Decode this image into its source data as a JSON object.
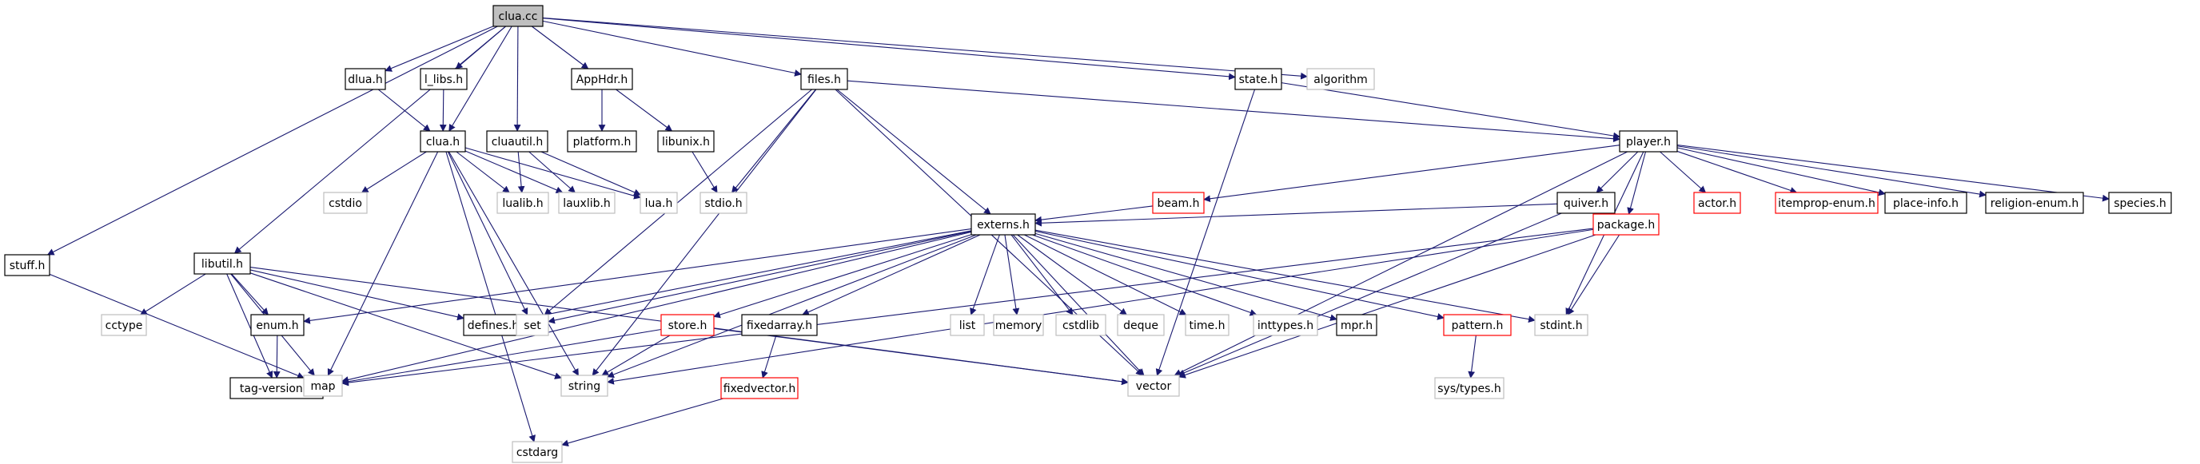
{
  "graph": {
    "type": "include-dependency-graph",
    "colors": {
      "root_fill": "#bfbfbf",
      "documented_border": "#000000",
      "file_with_issues_border": "#ff0000",
      "external_border": "#bfbfbf",
      "edge": "#191970",
      "external_text": "#555555"
    },
    "nodes": [
      {
        "id": "clua_cc",
        "label": "clua.cc",
        "kind": "root"
      },
      {
        "id": "stuff_h",
        "label": "stuff.h",
        "kind": "normal"
      },
      {
        "id": "libutil_h",
        "label": "libutil.h",
        "kind": "normal"
      },
      {
        "id": "dlua_h",
        "label": "dlua.h",
        "kind": "normal"
      },
      {
        "id": "l_libs_h",
        "label": "l_libs.h",
        "kind": "normal"
      },
      {
        "id": "clua_h",
        "label": "clua.h",
        "kind": "normal"
      },
      {
        "id": "cluautil_h",
        "label": "cluautil.h",
        "kind": "normal"
      },
      {
        "id": "apphdr_h",
        "label": "AppHdr.h",
        "kind": "normal"
      },
      {
        "id": "platform_h",
        "label": "platform.h",
        "kind": "normal"
      },
      {
        "id": "libunix_h",
        "label": "libunix.h",
        "kind": "normal"
      },
      {
        "id": "files_h",
        "label": "files.h",
        "kind": "normal"
      },
      {
        "id": "state_h",
        "label": "state.h",
        "kind": "normal"
      },
      {
        "id": "algorithm",
        "label": "algorithm",
        "kind": "external"
      },
      {
        "id": "player_h",
        "label": "player.h",
        "kind": "normal"
      },
      {
        "id": "cstdio",
        "label": "cstdio",
        "kind": "external"
      },
      {
        "id": "lualib_h",
        "label": "lualib.h",
        "kind": "external"
      },
      {
        "id": "lauxlib_h",
        "label": "lauxlib.h",
        "kind": "external"
      },
      {
        "id": "lua_h",
        "label": "lua.h",
        "kind": "external"
      },
      {
        "id": "stdio_h",
        "label": "stdio.h",
        "kind": "external"
      },
      {
        "id": "beam_h",
        "label": "beam.h",
        "kind": "issue"
      },
      {
        "id": "quiver_h",
        "label": "quiver.h",
        "kind": "normal"
      },
      {
        "id": "actor_h",
        "label": "actor.h",
        "kind": "issue"
      },
      {
        "id": "itemprop_enum_h",
        "label": "itemprop-enum.h",
        "kind": "issue"
      },
      {
        "id": "place_info_h",
        "label": "place-info.h",
        "kind": "normal"
      },
      {
        "id": "religion_enum_h",
        "label": "religion-enum.h",
        "kind": "normal"
      },
      {
        "id": "species_h",
        "label": "species.h",
        "kind": "normal"
      },
      {
        "id": "externs_h",
        "label": "externs.h",
        "kind": "normal"
      },
      {
        "id": "package_h",
        "label": "package.h",
        "kind": "issue"
      },
      {
        "id": "cctype",
        "label": "cctype",
        "kind": "external"
      },
      {
        "id": "enum_h",
        "label": "enum.h",
        "kind": "normal"
      },
      {
        "id": "defines_h",
        "label": "defines.h",
        "kind": "normal"
      },
      {
        "id": "set",
        "label": "set",
        "kind": "external"
      },
      {
        "id": "store_h",
        "label": "store.h",
        "kind": "issue"
      },
      {
        "id": "fixedarray_h",
        "label": "fixedarray.h",
        "kind": "normal"
      },
      {
        "id": "list",
        "label": "list",
        "kind": "external"
      },
      {
        "id": "memory",
        "label": "memory",
        "kind": "external"
      },
      {
        "id": "cstdlib",
        "label": "cstdlib",
        "kind": "external"
      },
      {
        "id": "deque",
        "label": "deque",
        "kind": "external"
      },
      {
        "id": "time_h",
        "label": "time.h",
        "kind": "external"
      },
      {
        "id": "inttypes_h",
        "label": "inttypes.h",
        "kind": "external"
      },
      {
        "id": "mpr_h",
        "label": "mpr.h",
        "kind": "normal"
      },
      {
        "id": "pattern_h",
        "label": "pattern.h",
        "kind": "issue"
      },
      {
        "id": "stdint_h",
        "label": "stdint.h",
        "kind": "external"
      },
      {
        "id": "tag_version_h",
        "label": "tag-version.h",
        "kind": "normal"
      },
      {
        "id": "map",
        "label": "map",
        "kind": "external"
      },
      {
        "id": "string",
        "label": "string",
        "kind": "external"
      },
      {
        "id": "fixedvector_h",
        "label": "fixedvector.h",
        "kind": "issue"
      },
      {
        "id": "vector",
        "label": "vector",
        "kind": "external"
      },
      {
        "id": "sys_types_h",
        "label": "sys/types.h",
        "kind": "external"
      },
      {
        "id": "cstdarg",
        "label": "cstdarg",
        "kind": "external"
      }
    ],
    "edges": [
      [
        "clua_cc",
        "stuff_h"
      ],
      [
        "clua_cc",
        "libutil_h"
      ],
      [
        "clua_cc",
        "dlua_h"
      ],
      [
        "clua_cc",
        "l_libs_h"
      ],
      [
        "clua_cc",
        "clua_h"
      ],
      [
        "clua_cc",
        "cluautil_h"
      ],
      [
        "clua_cc",
        "apphdr_h"
      ],
      [
        "clua_cc",
        "files_h"
      ],
      [
        "clua_cc",
        "state_h"
      ],
      [
        "clua_cc",
        "algorithm"
      ],
      [
        "dlua_h",
        "clua_h"
      ],
      [
        "l_libs_h",
        "clua_h"
      ],
      [
        "apphdr_h",
        "platform_h"
      ],
      [
        "apphdr_h",
        "libunix_h"
      ],
      [
        "libunix_h",
        "stdio_h"
      ],
      [
        "clua_h",
        "cstdio"
      ],
      [
        "clua_h",
        "lualib_h"
      ],
      [
        "clua_h",
        "lauxlib_h"
      ],
      [
        "clua_h",
        "lua_h"
      ],
      [
        "clua_h",
        "map"
      ],
      [
        "clua_h",
        "set"
      ],
      [
        "clua_h",
        "string"
      ],
      [
        "clua_h",
        "cstdarg"
      ],
      [
        "cluautil_h",
        "lualib_h"
      ],
      [
        "cluautil_h",
        "lauxlib_h"
      ],
      [
        "cluautil_h",
        "lua_h"
      ],
      [
        "files_h",
        "stdio_h"
      ],
      [
        "files_h",
        "set"
      ],
      [
        "files_h",
        "string"
      ],
      [
        "files_h",
        "vector"
      ],
      [
        "files_h",
        "externs_h"
      ],
      [
        "files_h",
        "player_h"
      ],
      [
        "state_h",
        "player_h"
      ],
      [
        "state_h",
        "vector"
      ],
      [
        "player_h",
        "beam_h"
      ],
      [
        "player_h",
        "quiver_h"
      ],
      [
        "player_h",
        "package_h"
      ],
      [
        "player_h",
        "actor_h"
      ],
      [
        "player_h",
        "itemprop_enum_h"
      ],
      [
        "player_h",
        "place_info_h"
      ],
      [
        "player_h",
        "religion_enum_h"
      ],
      [
        "player_h",
        "species_h"
      ],
      [
        "player_h",
        "stdint_h"
      ],
      [
        "player_h",
        "vector"
      ],
      [
        "beam_h",
        "externs_h"
      ],
      [
        "quiver_h",
        "externs_h"
      ],
      [
        "quiver_h",
        "vector"
      ],
      [
        "package_h",
        "stdint_h"
      ],
      [
        "package_h",
        "map"
      ],
      [
        "package_h",
        "string"
      ],
      [
        "package_h",
        "vector"
      ],
      [
        "externs_h",
        "enum_h"
      ],
      [
        "externs_h",
        "defines_h"
      ],
      [
        "externs_h",
        "set"
      ],
      [
        "externs_h",
        "store_h"
      ],
      [
        "externs_h",
        "fixedarray_h"
      ],
      [
        "externs_h",
        "list"
      ],
      [
        "externs_h",
        "memory"
      ],
      [
        "externs_h",
        "cstdlib"
      ],
      [
        "externs_h",
        "deque"
      ],
      [
        "externs_h",
        "time_h"
      ],
      [
        "externs_h",
        "inttypes_h"
      ],
      [
        "externs_h",
        "mpr_h"
      ],
      [
        "externs_h",
        "pattern_h"
      ],
      [
        "externs_h",
        "stdint_h"
      ],
      [
        "externs_h",
        "map"
      ],
      [
        "externs_h",
        "string"
      ],
      [
        "externs_h",
        "vector"
      ],
      [
        "stuff_h",
        "map"
      ],
      [
        "libutil_h",
        "cctype"
      ],
      [
        "libutil_h",
        "enum_h"
      ],
      [
        "libutil_h",
        "defines_h"
      ],
      [
        "libutil_h",
        "map"
      ],
      [
        "libutil_h",
        "string"
      ],
      [
        "libutil_h",
        "tag_version_h"
      ],
      [
        "libutil_h",
        "vector"
      ],
      [
        "enum_h",
        "tag_version_h"
      ],
      [
        "store_h",
        "map"
      ],
      [
        "store_h",
        "string"
      ],
      [
        "store_h",
        "vector"
      ],
      [
        "fixedarray_h",
        "fixedvector_h"
      ],
      [
        "fixedvector_h",
        "cstdarg"
      ],
      [
        "pattern_h",
        "sys_types_h"
      ]
    ]
  }
}
